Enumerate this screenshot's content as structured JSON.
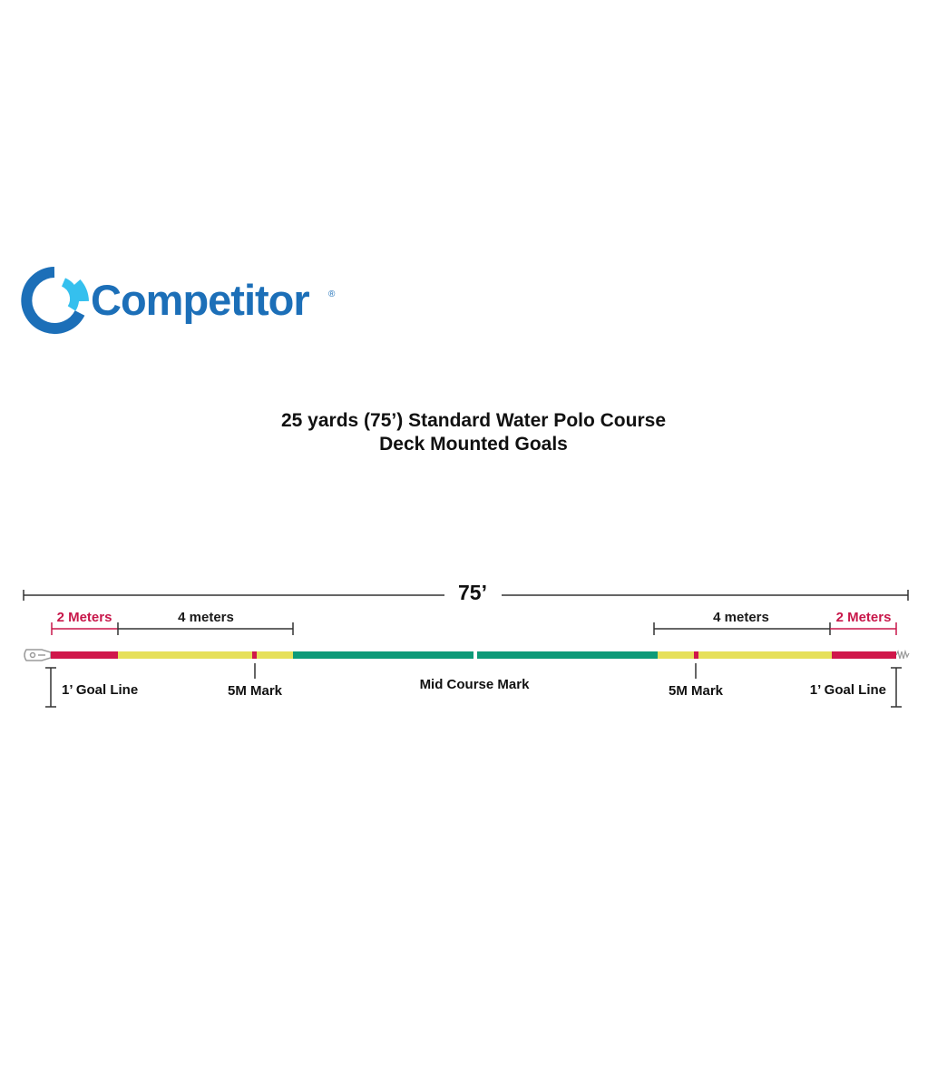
{
  "logo": {
    "wordmark": "Competitor",
    "registered_mark": "®",
    "icon": "competitor-ring-logo",
    "colors": {
      "dark_blue": "#1c6fb8",
      "light_blue": "#35c0ee"
    }
  },
  "title": {
    "line1": "25 yards (75’) Standard Water Polo Course",
    "line2": "Deck Mounted Goals"
  },
  "overall_length": {
    "label": "75’",
    "feet": 75
  },
  "dimensions": {
    "left_goal_zone": "2 Meters",
    "left_five_m_zone": "4 meters",
    "right_five_m_zone": "4 meters",
    "right_goal_zone": "2 Meters"
  },
  "marks": {
    "left_goal_line": "1’ Goal Line",
    "left_five_m": "5M Mark",
    "mid_course": "Mid Course Mark",
    "right_five_m": "5M Mark",
    "right_goal_line": "1’ Goal Line"
  },
  "lane_colors": {
    "red": "#d0174a",
    "yellow": "#e6e05a",
    "green": "#0d9a78",
    "dimension_line": "#333333",
    "dimension_accent": "#c8174a"
  },
  "course_segments": [
    {
      "zone": "goal",
      "color": "red",
      "meters": 2
    },
    {
      "zone": "five_meter",
      "color": "yellow",
      "meters": 4
    },
    {
      "zone": "mid",
      "color": "green"
    },
    {
      "zone": "five_meter",
      "color": "yellow",
      "meters": 4
    },
    {
      "zone": "goal",
      "color": "red",
      "meters": 2
    }
  ]
}
